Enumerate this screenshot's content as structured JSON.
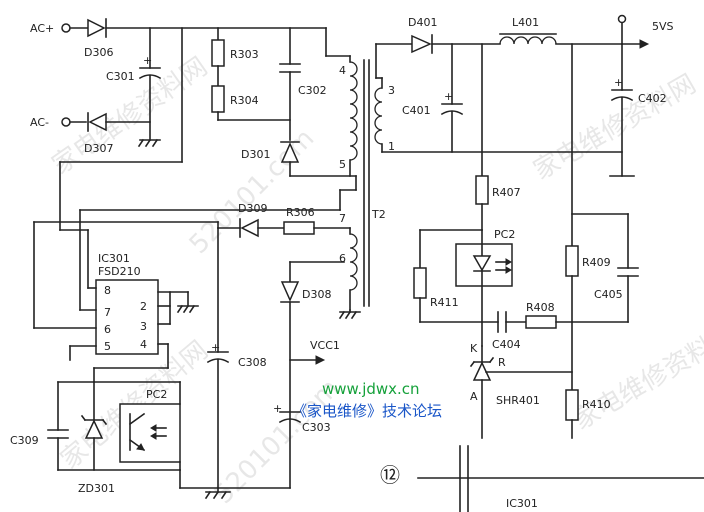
{
  "terminals": {
    "ac_plus": "AC+",
    "ac_minus": "AC-",
    "out_5vs": "5VS",
    "vcc1": "VCC1"
  },
  "components": {
    "d306": "D306",
    "d307": "D307",
    "c301": "C301",
    "r303": "R303",
    "r304": "R304",
    "c302": "C302",
    "d301": "D301",
    "d309": "D309",
    "r306": "R306",
    "t2": "T2",
    "ic301": "IC301",
    "ic_part": "FSD210",
    "d308": "D308",
    "c308": "C308",
    "c303": "C303",
    "c309": "C309",
    "zd301": "ZD301",
    "pc2_left": "PC2",
    "d401": "D401",
    "l401": "L401",
    "c401": "C401",
    "c402": "C402",
    "r407": "R407",
    "pc2_right": "PC2",
    "r411": "R411",
    "r409": "R409",
    "c405": "C405",
    "c404": "C404",
    "r408": "R408",
    "shr401": "SHR401",
    "r410": "R410",
    "ic301_bottom": "IC301"
  },
  "pins": {
    "t2_4": "4",
    "t2_5": "5",
    "t2_7": "7",
    "t2_6": "6",
    "t2_3": "3",
    "t2_1": "1",
    "ic_8": "8",
    "ic_7": "7",
    "ic_6": "6",
    "ic_5": "5",
    "ic_2": "2",
    "ic_3": "3",
    "ic_4": "4",
    "shr_k": "K",
    "shr_r": "R",
    "shr_a": "A"
  },
  "polarity": {
    "c301": "+",
    "c401": "+",
    "c402": "+",
    "c308": "+",
    "c303": "+"
  },
  "watermark": {
    "site_url": "www.jdwx.cn",
    "forum": "《家电维修》技术论坛",
    "figure_number": "⑫",
    "bg_text_1": "家电维修资料网",
    "bg_text_2": "520101.com",
    "bg_text_3": "家电维修资料网",
    "bg_text_4": "520101.com",
    "bg_text_5": "家电维修资料网",
    "bg_text_6": "家电维修资料网"
  },
  "colors": {
    "ink": "#222222",
    "site": "#15a13a",
    "forum": "#1a56c8"
  }
}
